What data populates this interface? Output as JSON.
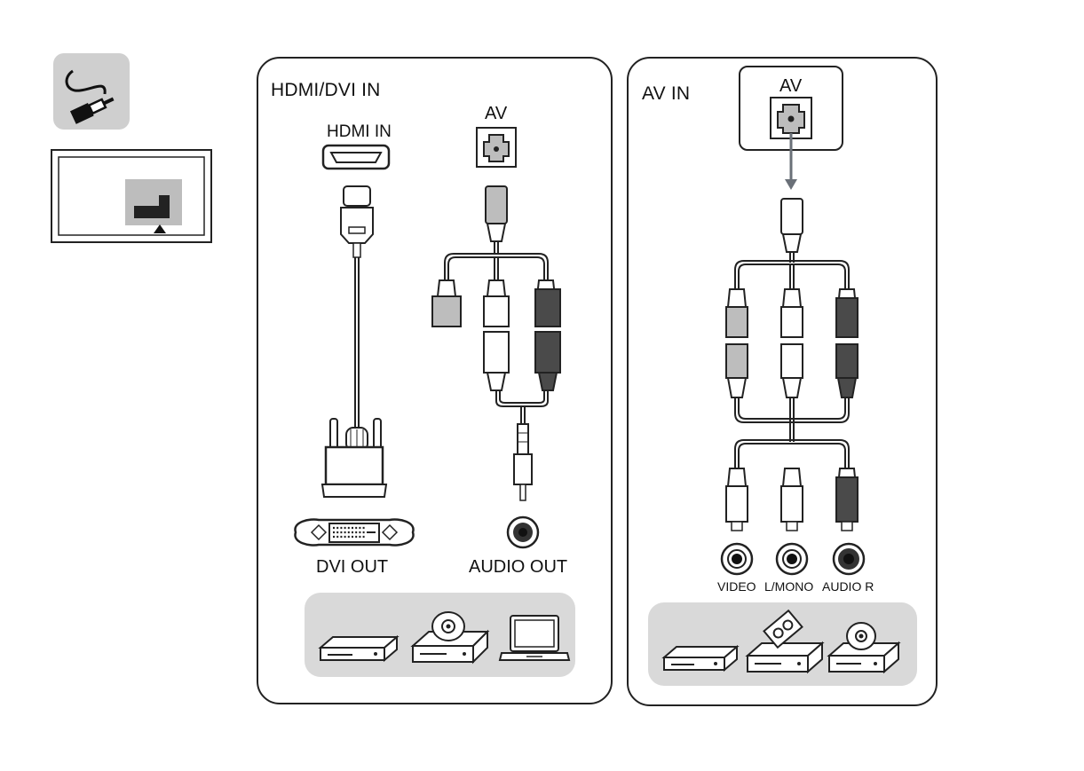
{
  "left_panel": {
    "title": "HDMI/DVI IN",
    "hdmi_label": "HDMI IN",
    "av_label": "AV",
    "dvi_label": "DVI OUT",
    "audio_label": "AUDIO OUT",
    "devices": [
      "set-top-box-icon",
      "dvd-player-icon",
      "laptop-icon"
    ]
  },
  "right_panel": {
    "title": "AV IN",
    "av_label": "AV",
    "video_label": "VIDEO",
    "lmono_label": "L/MONO",
    "audio_r_label": "AUDIO R",
    "devices": [
      "set-top-box-icon",
      "vcr-icon",
      "dvd-player-icon"
    ]
  },
  "colors": {
    "plug_gray": "#bdbdbd",
    "plug_white": "#ffffff",
    "plug_dark": "#4a4a4a",
    "device_bg": "#d9d9d9",
    "icon_bg": "#cfcfcf"
  }
}
